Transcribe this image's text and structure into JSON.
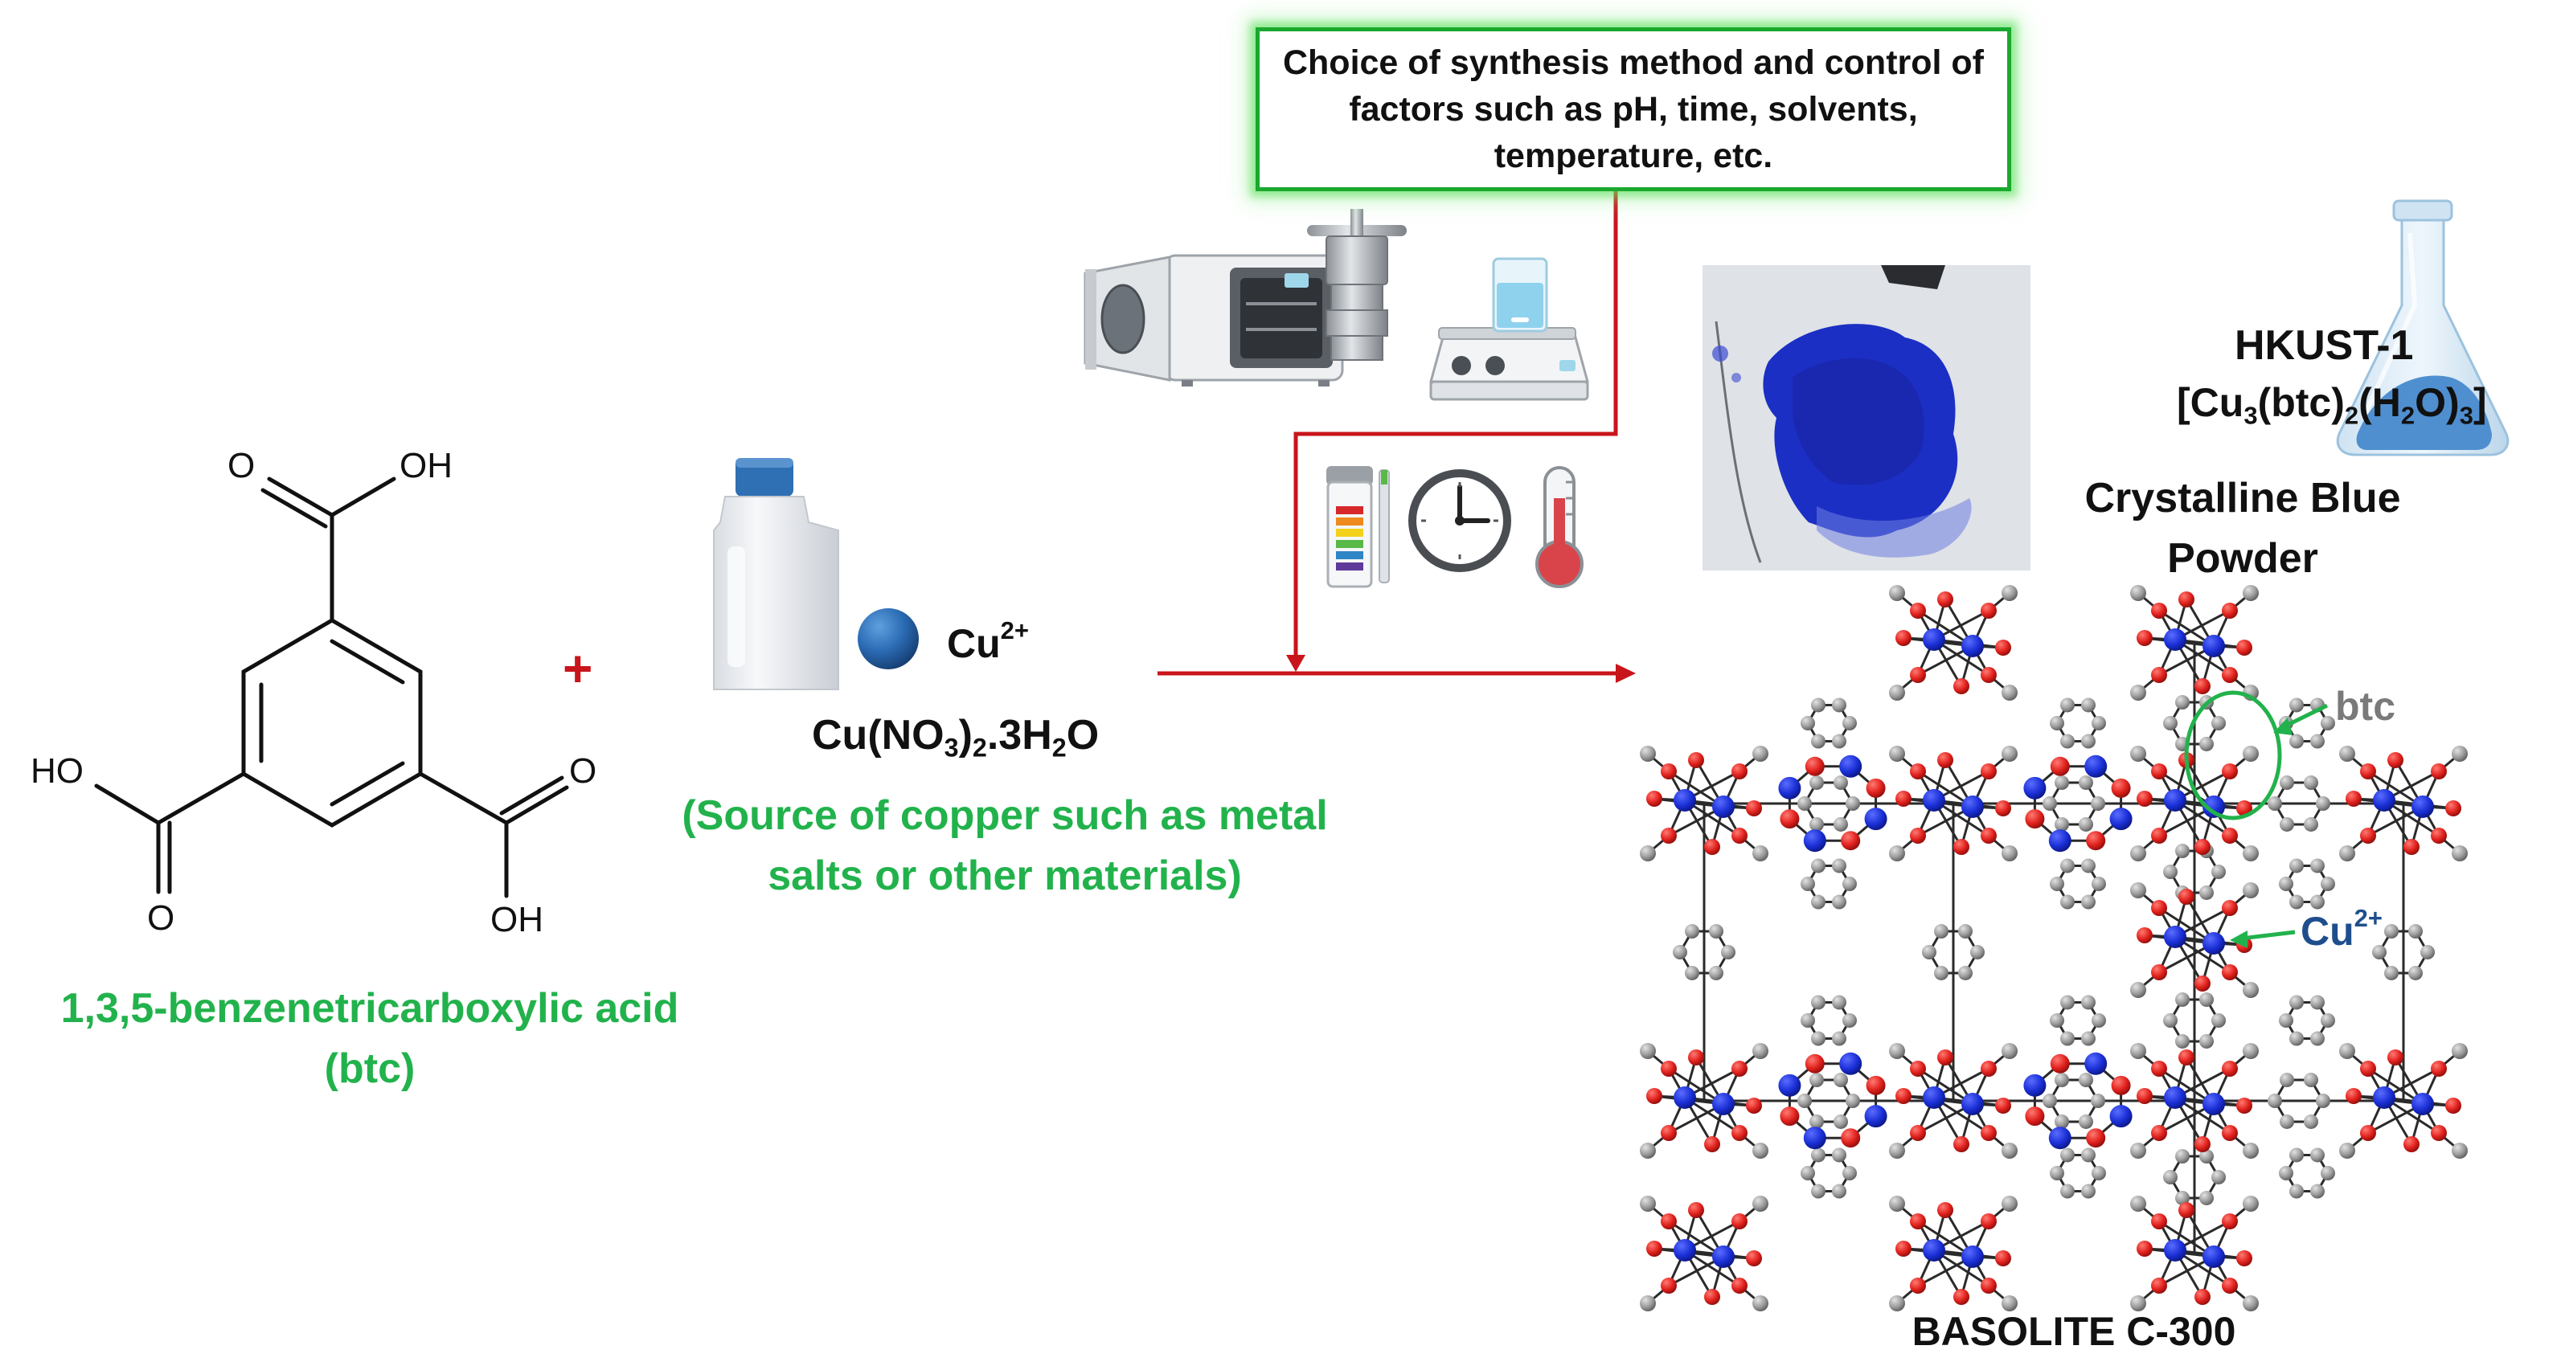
{
  "synthesis_box": {
    "text": "Choice of synthesis method and control of factors such as pH, time, solvents, temperature, etc."
  },
  "btc": {
    "name_line1": "1,3,5-benzenetricarboxylic acid",
    "name_line2": "(btc)",
    "atom_o": "O",
    "atom_oh": "OH",
    "atom_ho": "HO"
  },
  "plus_sign": "+",
  "copper_source": {
    "ion_base": "Cu",
    "ion_charge": "2+",
    "salt_part1": "Cu(NO",
    "salt_sub1": "3",
    "salt_part2": ")",
    "salt_sub2": "2",
    "salt_part3": ".3H",
    "salt_sub3": "2",
    "salt_part4": "O",
    "description_line1": "(Source of copper such as metal",
    "description_line2": "salts or other materials)"
  },
  "product": {
    "name": "HKUST-1",
    "formula_p1": "[Cu",
    "formula_s1": "3",
    "formula_p2": "(btc)",
    "formula_s2": "2",
    "formula_p3": "(H",
    "formula_s3": "2",
    "formula_p4": "O)",
    "formula_s4": "3",
    "formula_p5": "]",
    "appearance_line1": "Crystalline Blue",
    "appearance_line2": "Powder",
    "framework_name": "BASOLITE C-300",
    "label_btc": "btc",
    "label_cu_base": "Cu",
    "label_cu_charge": "2+"
  },
  "colors": {
    "green_text": "#22b24c",
    "arrow_red": "#c8151b",
    "copper_blue": "#1a2fd6",
    "oxygen_red": "#e0201c",
    "carbon_grey": "#9a9a9a",
    "cu_label_blue": "#1f4e8c",
    "btc_label_grey": "#7a7a7a",
    "powder_blue": "#1b2fc4"
  },
  "icons": [
    "oven-icon",
    "autoclave-icon",
    "hot-plate-stirrer-icon",
    "ph-strip-icon",
    "clock-icon",
    "thermometer-icon",
    "reagent-bottle-icon",
    "copper-ion-sphere-icon",
    "erlenmeyer-flask-icon"
  ]
}
